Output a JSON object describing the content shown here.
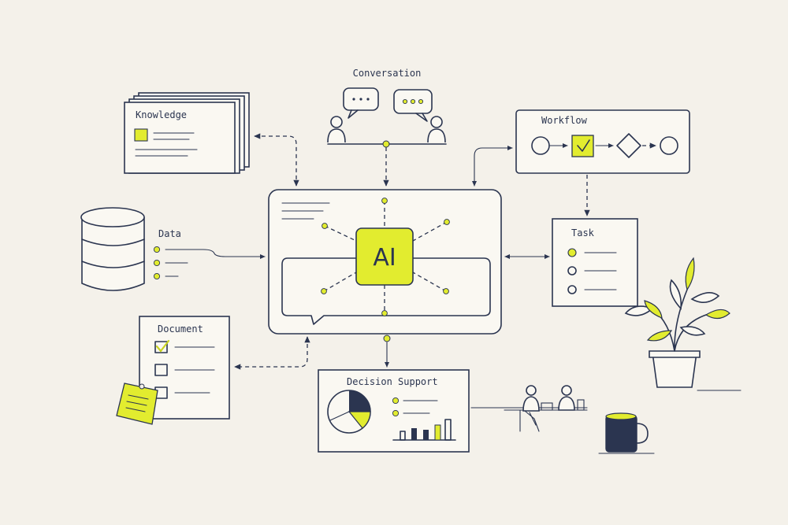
{
  "nodes": {
    "conversation": "Conversation",
    "knowledge": "Knowledge",
    "workflow": "Workflow",
    "data": "Data",
    "task": "Task",
    "document": "Document",
    "decision_support": "Decision Support",
    "ai": "AI"
  },
  "colors": {
    "ink": "#2b3550",
    "accent": "#e2ec2f",
    "background": "#f4f1ea"
  },
  "icons": {
    "conversation": [
      "person-icon",
      "speech-bubble-icon"
    ],
    "knowledge": "stacked-pages-icon",
    "data": "database-icon",
    "workflow": [
      "circle-icon",
      "checkbox-icon",
      "diamond-icon"
    ],
    "document": [
      "checkbox-icon",
      "sticky-note-icon"
    ],
    "decision_support": [
      "pie-chart-icon",
      "bar-chart-icon"
    ],
    "scene": [
      "plant-icon",
      "mug-icon",
      "people-at-table-icon"
    ]
  }
}
